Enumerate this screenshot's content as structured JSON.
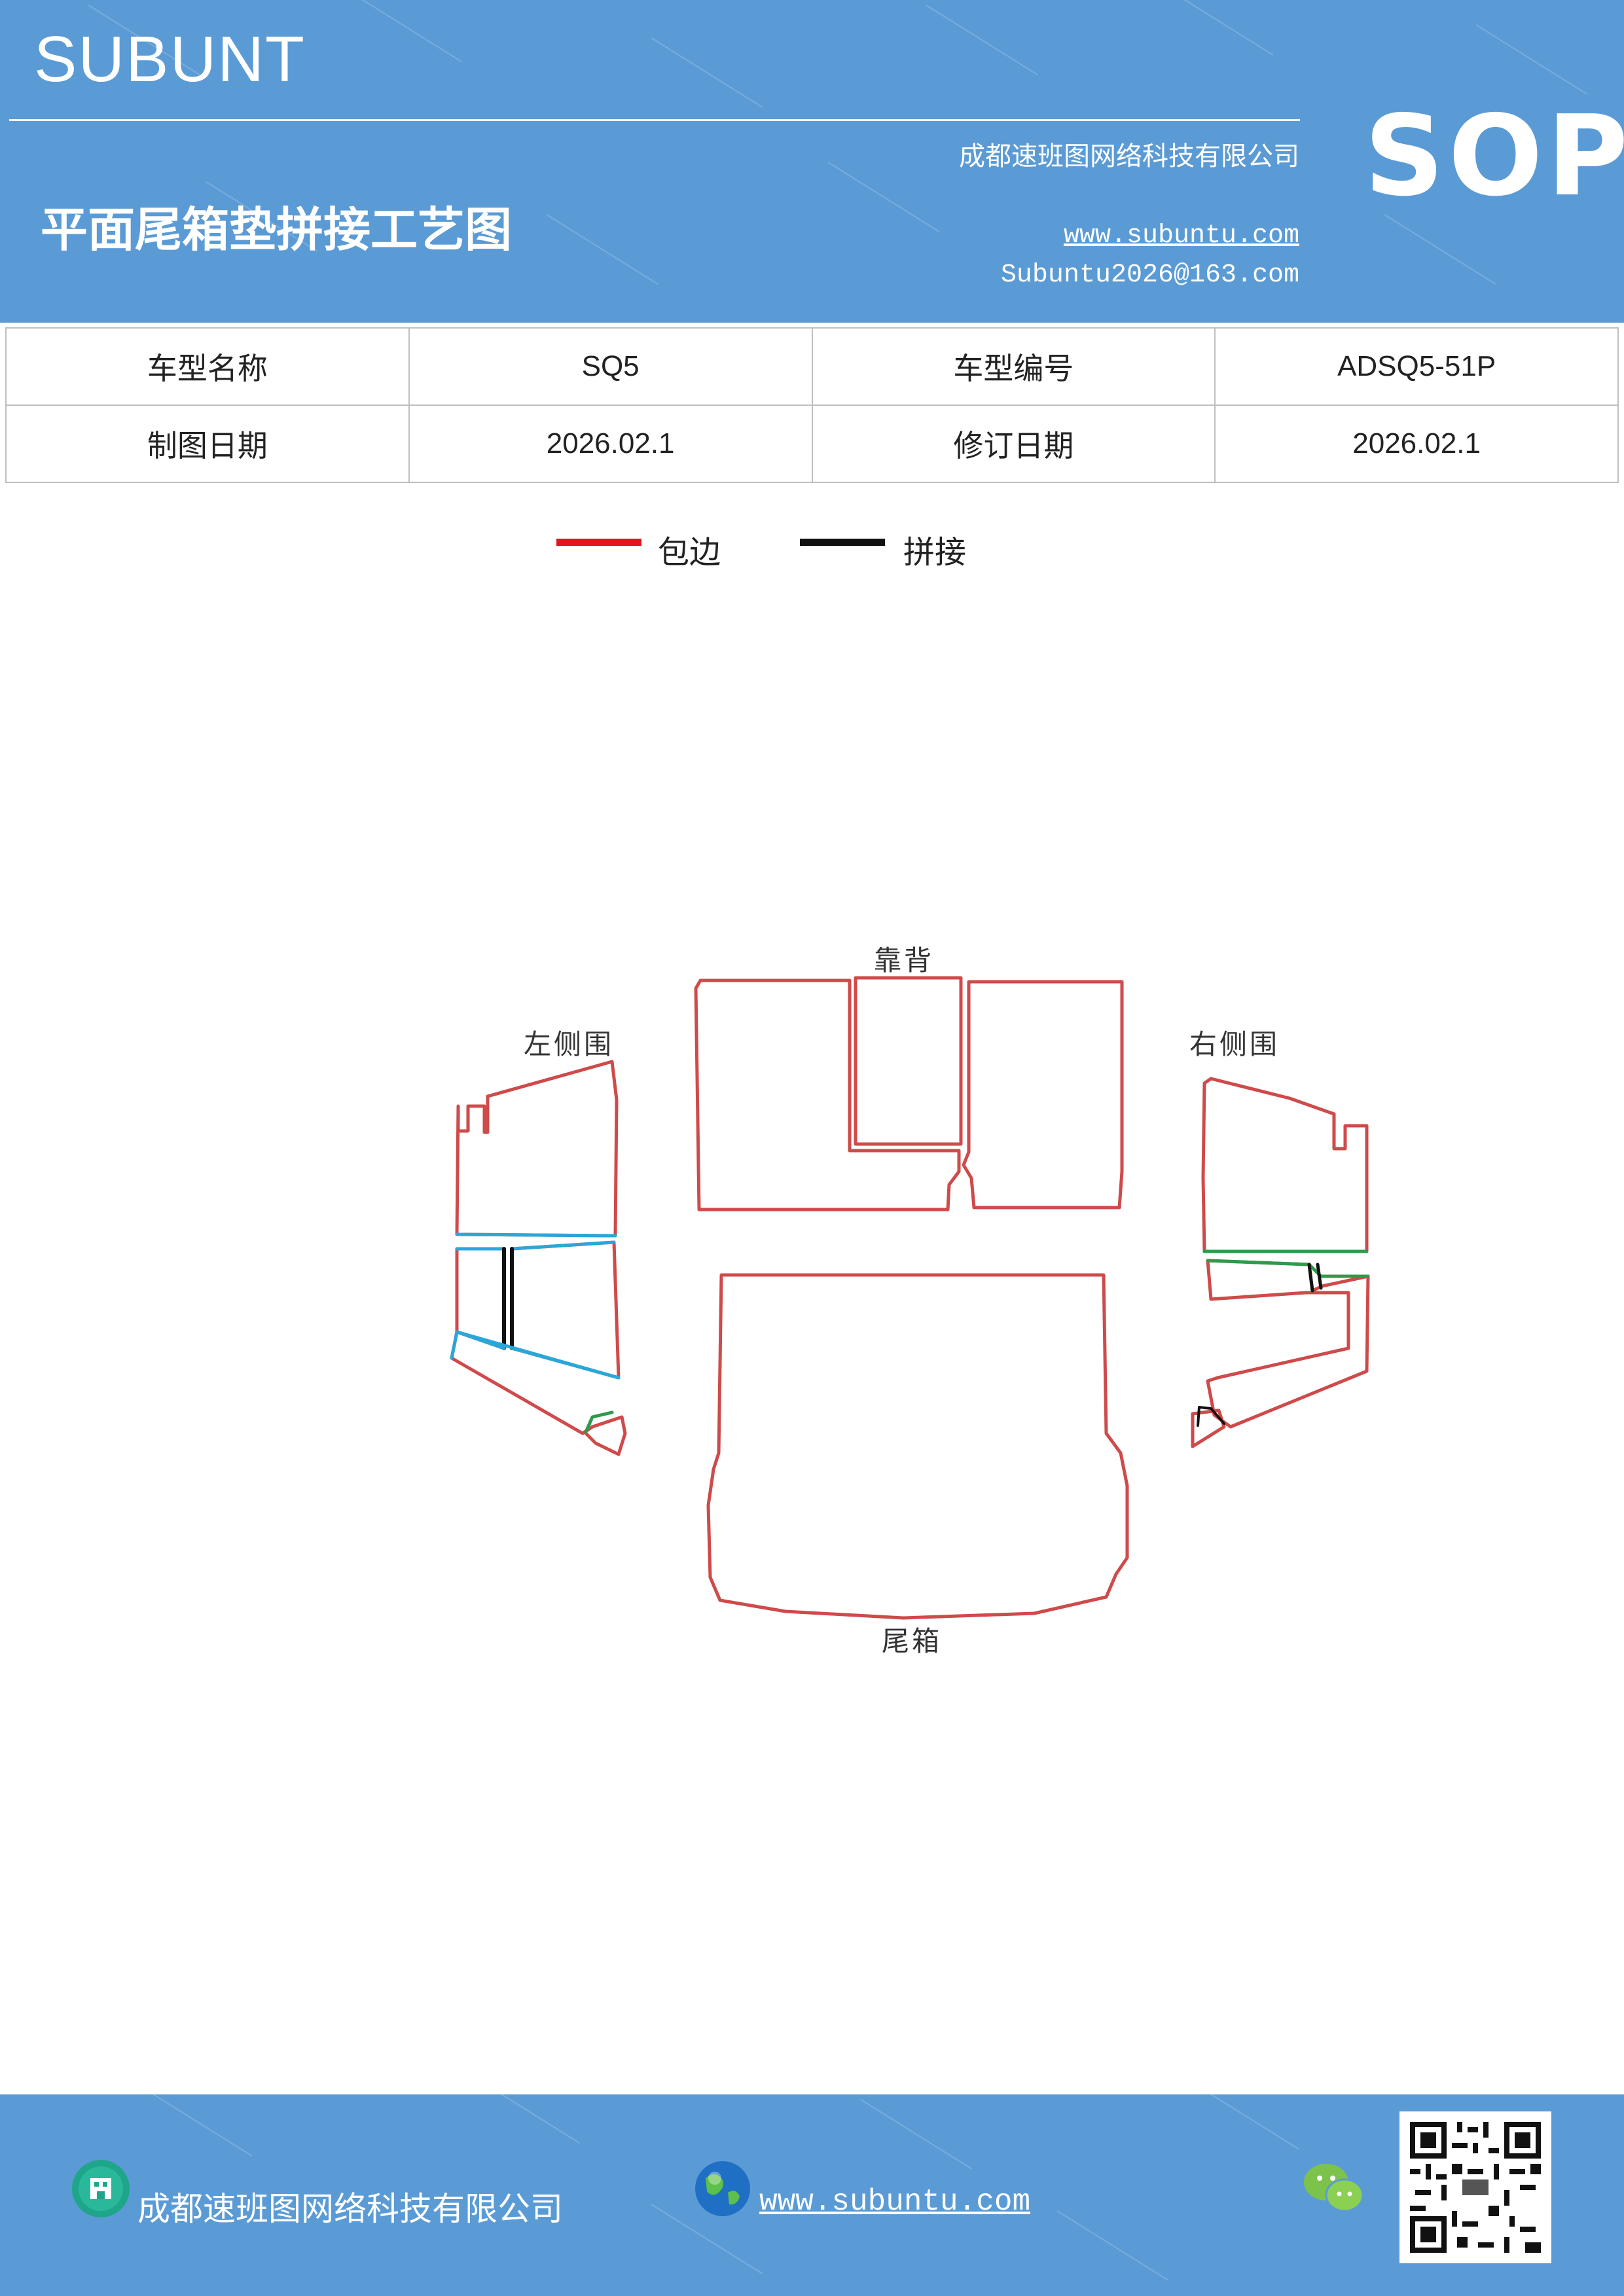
{
  "header": {
    "brand": "SUBUNT",
    "company": "成都速班图网络科技有限公司",
    "title": "平面尾箱垫拼接工艺图",
    "website": "www.subuntu.com",
    "email": "Subuntu2026@163.com",
    "badge": "SOP"
  },
  "info": {
    "model_name_label": "车型名称",
    "model_name": "SQ5",
    "model_code_label": "车型编号",
    "model_code": "ADSQ5-51P",
    "draw_date_label": "制图日期",
    "draw_date": "2026.02.1",
    "revise_date_label": "修订日期",
    "revise_date": "2026.02.1"
  },
  "legend": {
    "edge_label": "包边",
    "edge_color": "#e0161c",
    "splice_label": "拼接",
    "splice_color": "#111111"
  },
  "diagram": {
    "backrest_label": "靠背",
    "left_label": "左侧围",
    "right_label": "右侧围",
    "trunk_label": "尾箱",
    "outline_color": "#cf4a4a",
    "seam_blue": "#2aa7d8",
    "seam_green": "#2e9a4a"
  },
  "footer": {
    "company": "成都速班图网络科技有限公司",
    "website": "www.subuntu.com",
    "building_icon": "building-icon",
    "globe_icon": "globe-icon",
    "wechat_icon": "wechat-icon",
    "qr": "qr-code"
  }
}
